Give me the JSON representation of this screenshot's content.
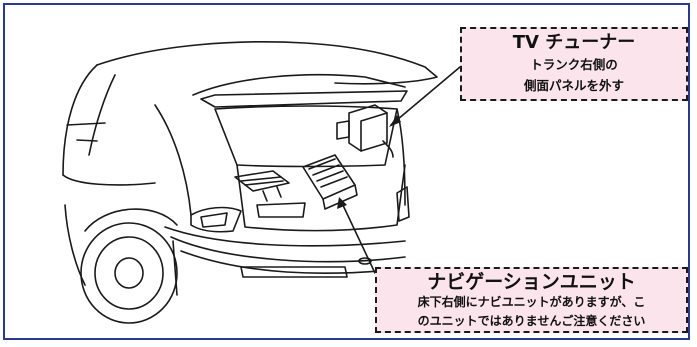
{
  "callouts": {
    "tv_tuner": {
      "title": "TV チューナー",
      "line1": "トランク右側の",
      "line2": "側面パネルを外す"
    },
    "nav_unit": {
      "title": "ナビゲーションユニット",
      "line1": "床下右側にナビユニットがありますが、こ",
      "line2": "のユニットではありませんご注意ください"
    }
  },
  "colors": {
    "frame_border": "#2a3a8c",
    "callout_fill": "#fbe4ec",
    "line_art": "#1a1a1a"
  }
}
